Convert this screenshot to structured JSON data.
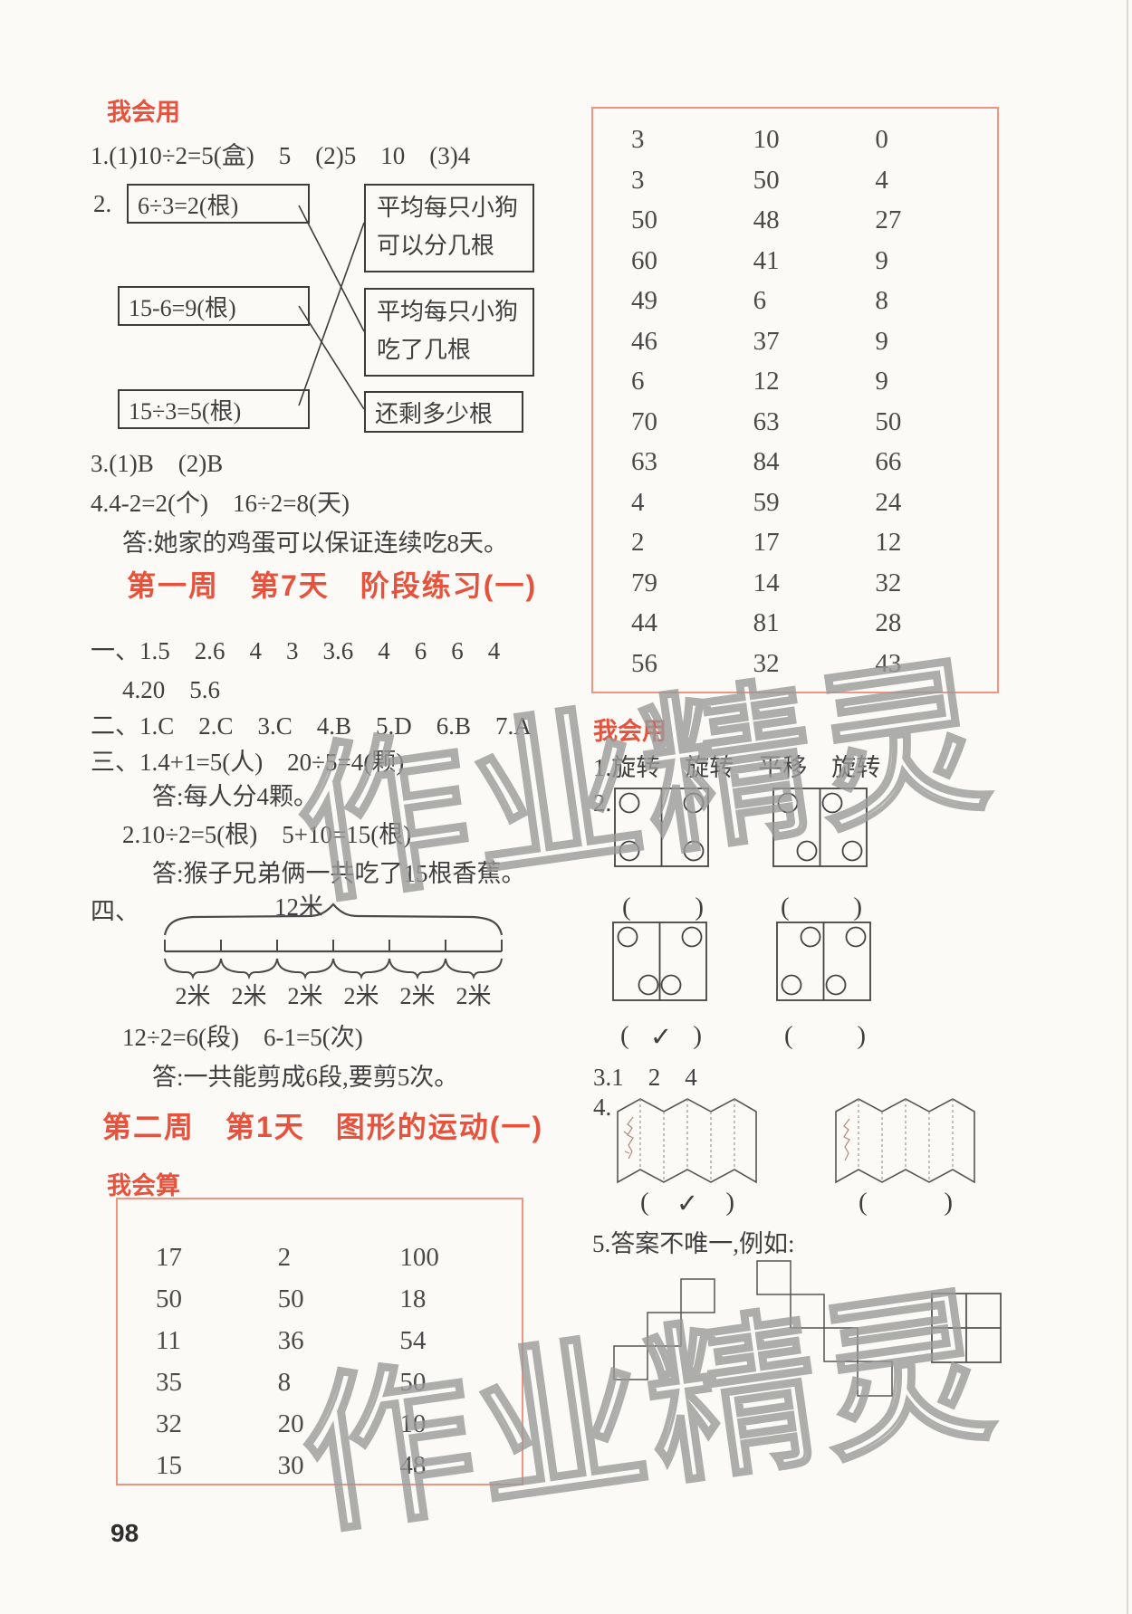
{
  "page": {
    "number": "98",
    "watermark": "作业精灵"
  },
  "colors": {
    "accent_red": "#e6523c",
    "box_border": "#ef9480"
  },
  "left": {
    "use_title": "我会用",
    "q1": "1.(1)10÷2=5(盒)　5　(2)5　10　(3)4",
    "q2_label": "2.",
    "match_left": [
      "6÷3=2(根)",
      "15-6=9(根)",
      "15÷3=5(根)"
    ],
    "match_right": [
      {
        "l1": "平均每只小狗",
        "l2": "可以分几根"
      },
      {
        "l1": "平均每只小狗",
        "l2": "吃了几根"
      },
      {
        "l1": "还剩多少根",
        "l2": ""
      }
    ],
    "q3": "3.(1)B　(2)B",
    "q4": "4.4-2=2(个)　16÷2=8(天)",
    "q4_answer": "答:她家的鸡蛋可以保证连续吃8天。",
    "week1_title": "第一周　第7天　阶段练习(一)",
    "w1_line1": "一、1.5　2.6　4　3　3.6　4　6　6　4",
    "w1_line2": "4.20　5.6",
    "w1_line3": "二、1.C　2.C　3.C　4.B　5.D　6.B　7.A",
    "w1_line4": "三、1.4+1=5(人)　20÷5=4(颗)",
    "w1_line5": "答:每人分4颗。",
    "w1_line6": "2.10÷2=5(根)　5+10=15(根)",
    "w1_line7": "答:猴子兄弟俩一共吃了15根香蕉。",
    "q_four_label": "四、",
    "rope_total": "12米",
    "rope_segment": "2米",
    "rope_eq": "12÷2=6(段)　6-1=5(次)",
    "rope_answer": "答:一共能剪成6段,要剪5次。",
    "week2_title": "第二周　第1天　图形的运动(一)",
    "calc_title": "我会算",
    "calc_rows": [
      [
        "17",
        "2",
        "100"
      ],
      [
        "50",
        "50",
        "18"
      ],
      [
        "11",
        "36",
        "54"
      ],
      [
        "35",
        "8",
        "50"
      ],
      [
        "32",
        "20",
        "10"
      ],
      [
        "15",
        "30",
        "48"
      ]
    ]
  },
  "right": {
    "table_rows": [
      [
        "3",
        "10",
        "0"
      ],
      [
        "3",
        "50",
        "4"
      ],
      [
        "50",
        "48",
        "27"
      ],
      [
        "60",
        "41",
        "9"
      ],
      [
        "49",
        "6",
        "8"
      ],
      [
        "46",
        "37",
        "9"
      ],
      [
        "6",
        "12",
        "9"
      ],
      [
        "70",
        "63",
        "50"
      ],
      [
        "63",
        "84",
        "66"
      ],
      [
        "4",
        "59",
        "24"
      ],
      [
        "2",
        "17",
        "12"
      ],
      [
        "79",
        "14",
        "32"
      ],
      [
        "44",
        "81",
        "28"
      ],
      [
        "56",
        "32",
        "43"
      ]
    ],
    "use_title": "我会用",
    "q1": "1.旋转　旋转　平移　旋转",
    "q2_label": "2.",
    "paren_open": "(",
    "paren_close": ")",
    "q2_marks": [
      "",
      "",
      "✓",
      ""
    ],
    "q3": "3.1　2　4",
    "q4_label": "4.",
    "q4_marks": [
      "✓",
      ""
    ],
    "q5": "5.答案不唯一,例如:"
  }
}
